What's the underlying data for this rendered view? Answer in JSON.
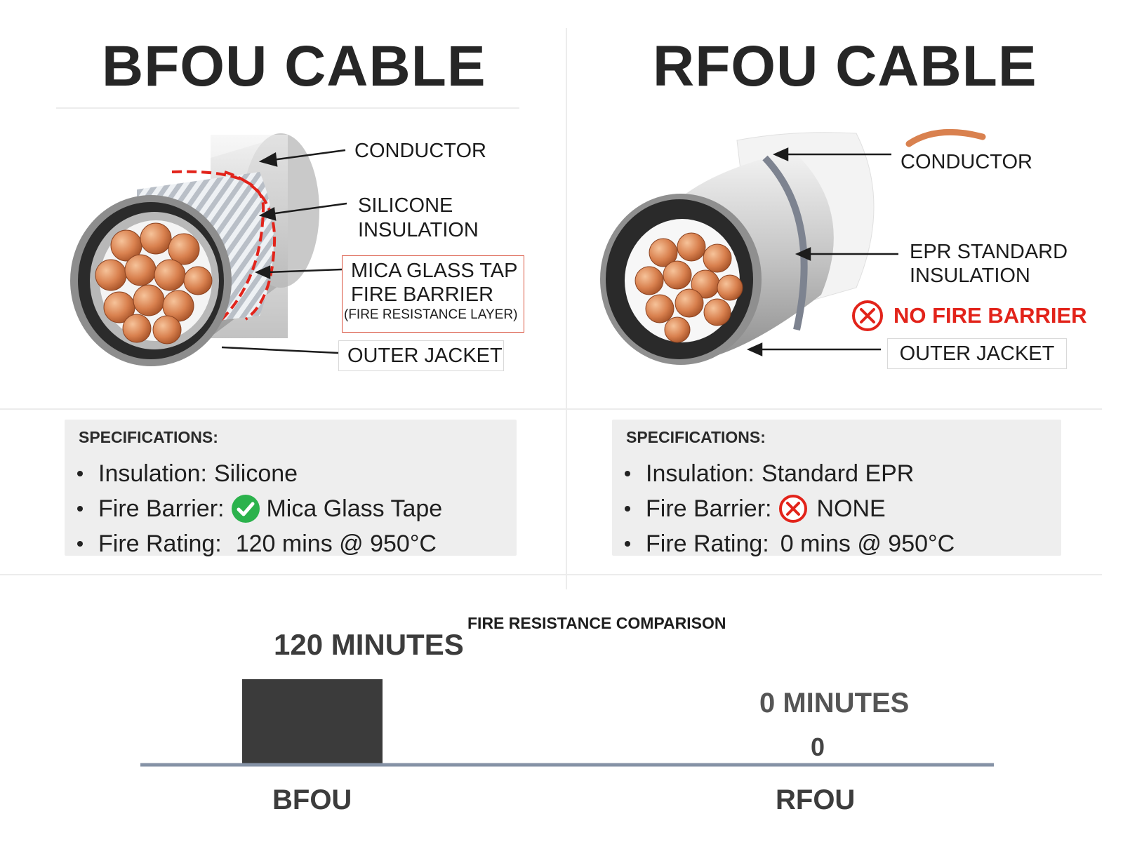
{
  "left": {
    "title": "BFOU CABLE",
    "labels": {
      "conductor": "CONDUCTOR",
      "insulation_1": "SILICONE",
      "insulation_2": "INSULATION",
      "barrier_1": "MICA GLASS TAP",
      "barrier_2": "FIRE BARRIER",
      "barrier_3": "(FIRE RESISTANCE LAYER)",
      "jacket": "OUTER JACKET"
    },
    "spec": {
      "heading": "SPECIFICATIONS:",
      "items": [
        {
          "key": "Insulation:",
          "value": "Silicone",
          "icon": "check-icon-none"
        },
        {
          "key": "Fire Barrier:",
          "value": "Mica Glass Tape",
          "icon": "check-icon"
        },
        {
          "key": "Fire Rating:",
          "value": "120 mins @ 950°C",
          "icon": "none"
        }
      ]
    }
  },
  "right": {
    "title": "RFOU CABLE",
    "labels": {
      "conductor": "CONDUCTOR",
      "insulation_1": "EPR STANDARD",
      "insulation_2": "INSULATION",
      "no_barrier": "NO FIRE BARRIER",
      "jacket": "OUTER JACKET"
    },
    "spec": {
      "heading": "SPECIFICATIONS:",
      "items": [
        {
          "key": "Insulation:",
          "value": "Standard EPR",
          "icon": "none"
        },
        {
          "key": "Fire Barrier:",
          "value": "NONE",
          "icon": "cross-icon"
        },
        {
          "key": "Fire Rating:",
          "value": "0 mins @ 950°C",
          "icon": "none"
        }
      ]
    }
  },
  "colors": {
    "copper": "#d9814f",
    "red_accent": "#e2231a",
    "check_green": "#2bb24c",
    "bar": "#3b3b3b",
    "baseline": "#8592a6"
  },
  "chart_data": {
    "type": "bar",
    "title": "FIRE RESISTANCE COMPARISON",
    "categories": [
      "BFOU",
      "RFOU"
    ],
    "values": [
      120,
      0
    ],
    "value_labels": [
      "120 MINUTES",
      "0 MINUTES"
    ],
    "zero_label": "0",
    "ylim": [
      0,
      120
    ],
    "grid": false
  }
}
